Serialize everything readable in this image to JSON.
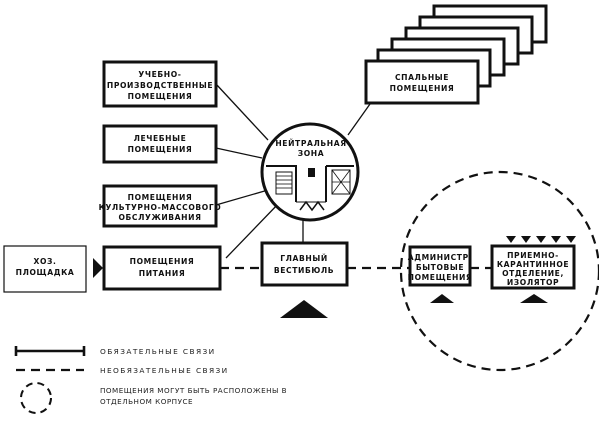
{
  "boxes": {
    "educational": [
      "УЧЕБНО-",
      "ПРОИЗВОДСТВЕННЫЕ",
      "ПОМЕЩЕНИЯ"
    ],
    "medical": [
      "ЛЕЧЕБНЫЕ",
      "ПОМЕЩЕНИЯ"
    ],
    "cultural": [
      "ПОМЕЩЕНИЯ",
      "КУЛЬТУРНО-МАССОВОГО",
      "ОБСЛУЖИВАНИЯ"
    ],
    "catering": [
      "ПОМЕЩЕНИЯ",
      "ПИТАНИЯ"
    ],
    "utility_yard": [
      "ХОЗ.",
      "ПЛОЩАДКА"
    ],
    "sleeping": [
      "СПАЛЬНЫЕ",
      "ПОМЕЩЕНИЯ"
    ],
    "main_lobby": [
      "ГЛАВНЫЙ",
      "ВЕСТИБЮЛЬ"
    ],
    "administrative": [
      "АДМИНИСТР.",
      "БЫТОВЫЕ",
      "ПОМЕЩЕНИЯ"
    ],
    "quarantine": [
      "ПРИЕМНО-",
      "КАРАНТИННОЕ",
      "ОТДЕЛЕНИЕ,",
      "ИЗОЛЯТОР"
    ]
  },
  "neutral_zone": [
    "НЕЙТРАЛЬНАЯ",
    "ЗОНА"
  ],
  "legend": {
    "mandatory": "ОБЯЗАТЕЛЬНЫЕ СВЯЗИ",
    "optional": "НЕОБЯЗАТЕЛЬНЫЕ СВЯЗИ",
    "separate": [
      "ПОМЕЩЕНИЯ МОГУТ БЫТЬ РАСПОЛОЖЕНЫ В",
      "ОТДЕЛЬНОМ КОРПУСЕ"
    ]
  }
}
